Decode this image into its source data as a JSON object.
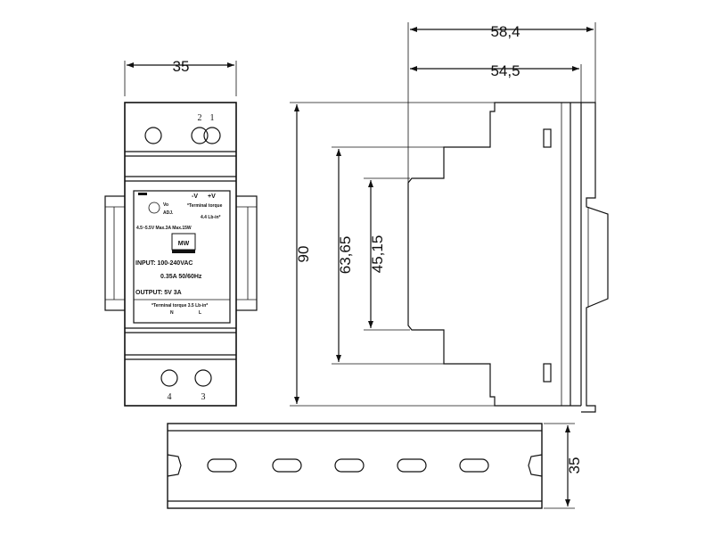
{
  "dimensions": {
    "front_width": "35",
    "side_depth_total": "58,4",
    "side_depth_body": "54,5",
    "height": "90",
    "step_height_outer": "63,65",
    "step_height_inner": "45,15",
    "rail_height": "35"
  },
  "terminals": {
    "top_left": "2",
    "top_right": "1",
    "bottom_left": "4",
    "bottom_right": "3"
  },
  "label": {
    "vo_adj_line1": "Vo",
    "vo_adj_line2": "ADJ.",
    "minus_v": "-V",
    "plus_v": "+V",
    "torque_top": "*Terminal torque",
    "torque_top_value": "4.4 Lb-in*",
    "spec_line": "4.5~5.5V   Max.3A   Max.15W",
    "brand": "MW",
    "input": "INPUT: 100-240VAC",
    "input_current": "0.35A  50/60Hz",
    "output": "OUTPUT:  5V    3A",
    "torque_bottom": "*Terminal torque 3.5 Lb-in*",
    "n_label": "N",
    "l_label": "L"
  }
}
